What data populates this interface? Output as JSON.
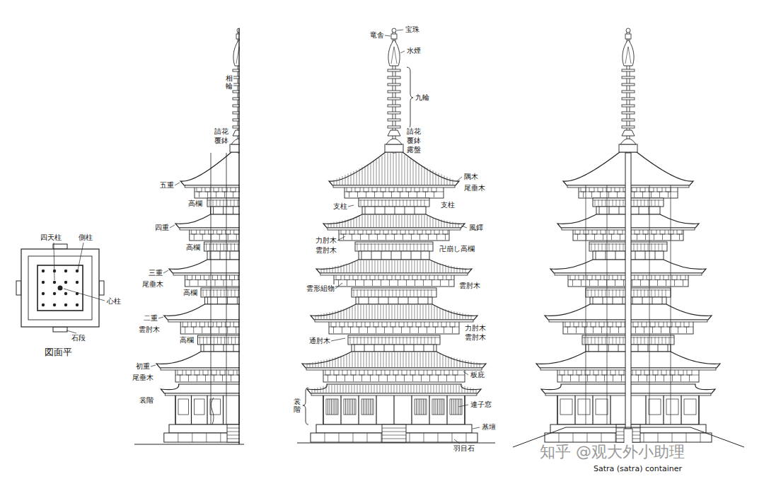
{
  "diagram": {
    "labels": [
      "四天柱",
      "側柱",
      "心柱",
      "石段",
      "平面図",
      "相輪",
      "請花",
      "覆鉢",
      "五重",
      "高欄",
      "四重",
      "高欄",
      "三重",
      "尾垂木",
      "高欄",
      "二重",
      "雲肘木",
      "高欄",
      "初重",
      "尾垂木",
      "裳階",
      "竜舎",
      "宝珠",
      "水煙",
      "九輪",
      "請花",
      "覆鉢",
      "露盤",
      "隅木",
      "尾垂木",
      "支柱",
      "支柱",
      "風鐸",
      "力肘木",
      "雲肘木",
      "卍崩し高欄",
      "雲形組物",
      "雲肘木",
      "力肘木",
      "雲肘木",
      "通肘木",
      "板庇",
      "裳階",
      "連子窓",
      "基壇",
      "羽目石",
      "Satra (satra) container",
      "知乎 @观大外小助理"
    ]
  }
}
